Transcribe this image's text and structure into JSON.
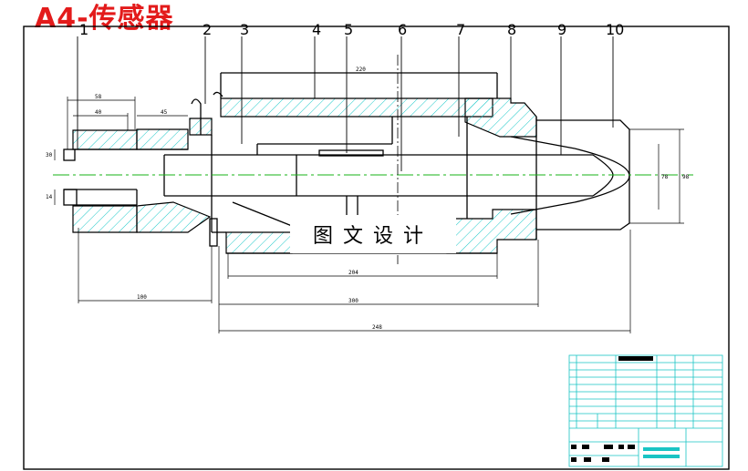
{
  "title": "A4-传感器",
  "watermark": "图文设计",
  "balloons": [
    "1",
    "2",
    "3",
    "4",
    "5",
    "6",
    "7",
    "8",
    "9",
    "10"
  ],
  "dimensions": {
    "d_58": "58",
    "d_40": "40",
    "d_45": "45",
    "d_220": "220",
    "d_100": "100",
    "d_204": "204",
    "d_300": "300",
    "d_248": "248",
    "d_left_a": "30",
    "d_left_b": "14",
    "d_right_a": "78",
    "d_right_b": "98"
  },
  "colors": {
    "outline": "#000000",
    "hatch": "#1fc9c9",
    "centerline": "#17b317",
    "title": "#e31b1b",
    "titleblock": "#19c4c4"
  }
}
